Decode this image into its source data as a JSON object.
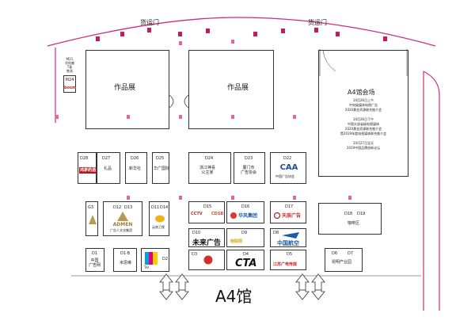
{
  "hall_title": "A4馆",
  "gate_label_left": "货运门",
  "gate_label_right": "货运门",
  "colors": {
    "wall": "#d12a7a",
    "pillar": "#e2679e",
    "door": "#c21b63",
    "box": "#333333"
  },
  "m21": [
    "M21",
    "华阳美",
    "T板",
    "售卖"
  ],
  "m24": "M24",
  "m24_logo": "bosm",
  "works_left": "作品展",
  "works_right": "作品展",
  "conf": {
    "title": "A4馆会场",
    "lines": [
      "10月26日上午",
      "中央级媒体电视广告",
      "2020黄金资源联合推介会",
      "",
      "10月26日下午",
      "中国头部省级电视媒体",
      "2020黄金资源联合推介会",
      "暨2019年度电视媒体联合推介会",
      "",
      "10月27日全天",
      "2019中国品牌创新论坛"
    ]
  },
  "booths": {
    "D28": {
      "code": "D28",
      "logo": "鸿茅药酒"
    },
    "D27": {
      "code": "D27",
      "name": "礼品"
    },
    "D26": {
      "code": "D26",
      "name": "新华社"
    },
    "D25": {
      "code": "D25",
      "name": "华广国际"
    },
    "D24": {
      "code": "D24",
      "name": "浙江神喜\n公主家"
    },
    "D23": {
      "code": "D23",
      "name": "厦门市\n广告协会"
    },
    "D22": {
      "code": "D22",
      "logo": "CAA",
      "sub": "中国广告协会"
    },
    "G3": {
      "code": "G3"
    },
    "D12": {
      "code": "D12"
    },
    "D13": {
      "code": "D13"
    },
    "admen": {
      "logo": "ADMEN",
      "sub": "广告人文化集团"
    },
    "D11": {
      "code": "D11"
    },
    "D14": {
      "code": "D14"
    },
    "d11_sub": "云南卫视",
    "D15": {
      "code": "D15",
      "logo1": "CCTV",
      "logo2": "CDSB"
    },
    "D16": {
      "code": "D16",
      "logo": "华风集团"
    },
    "D17": {
      "code": "D17",
      "logo": "天辰广告"
    },
    "D10": {
      "code": "D10",
      "logo": "未来广告"
    },
    "D9": {
      "code": "D9",
      "logo": "物联网"
    },
    "D8": {
      "code": "D8",
      "logo": "中国航空"
    },
    "D3": {
      "code": "D3",
      "logo": ""
    },
    "D4": {
      "code": "D4",
      "logo": "CTA"
    },
    "D5": {
      "code": "D5",
      "logo": "江苏广电传媒"
    },
    "D18": {
      "code": "D18"
    },
    "D19": {
      "code": "D19"
    },
    "d18_name": "咖啡区",
    "D1": {
      "code": "D1",
      "name": "中国\n广告网"
    },
    "D1B": {
      "code": "D1-B",
      "name": "米思维"
    },
    "D2": {
      "code": "D2",
      "logo": "TAI"
    },
    "D6": {
      "code": "D6"
    },
    "D7": {
      "code": "D7"
    },
    "d6_name": "昆明产业园"
  }
}
